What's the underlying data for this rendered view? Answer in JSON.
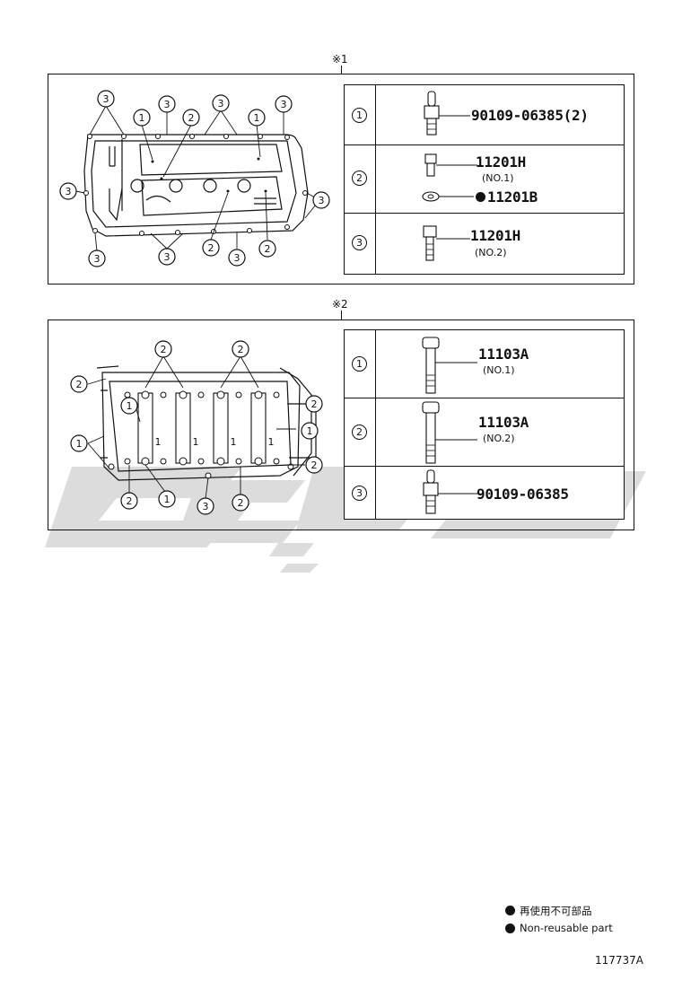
{
  "sections": [
    {
      "mark": "※1",
      "diagram_callouts": [
        "1",
        "2",
        "3"
      ],
      "rows": [
        {
          "index": "1",
          "parts": [
            {
              "number": "90109-06385(2)"
            }
          ]
        },
        {
          "index": "2",
          "parts": [
            {
              "number": "11201H",
              "sub": "(NO.1)"
            },
            {
              "number": "11201B",
              "non_reusable": true
            }
          ]
        },
        {
          "index": "3",
          "parts": [
            {
              "number": "11201H",
              "sub": "(NO.2)"
            }
          ]
        }
      ]
    },
    {
      "mark": "※2",
      "diagram_callouts": [
        "1",
        "2",
        "3"
      ],
      "rows": [
        {
          "index": "1",
          "parts": [
            {
              "number": "11103A",
              "sub": "(NO.1)"
            }
          ]
        },
        {
          "index": "2",
          "parts": [
            {
              "number": "11103A",
              "sub": "(NO.2)"
            }
          ]
        },
        {
          "index": "3",
          "parts": [
            {
              "number": "90109-06385"
            }
          ]
        }
      ]
    }
  ],
  "legend": {
    "line1": "再使用不可部品",
    "line2": "Non-reusable part"
  },
  "figure_id": "117737A",
  "colors": {
    "ink": "#111111",
    "watermark": "#d6d6d6"
  }
}
